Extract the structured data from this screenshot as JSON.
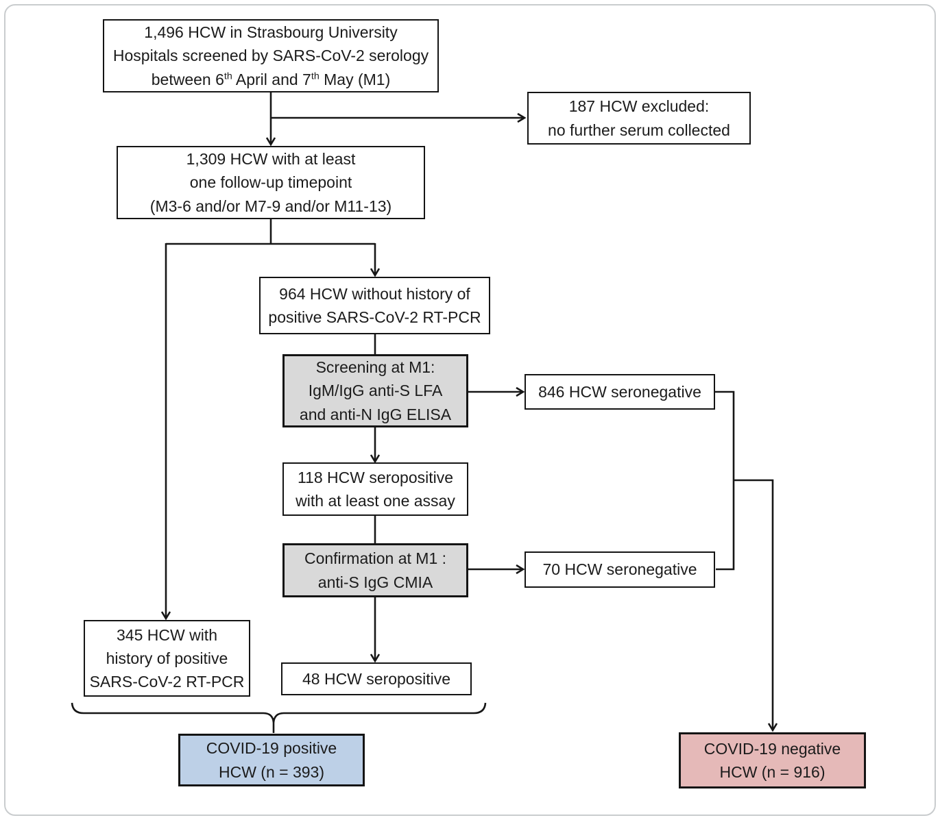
{
  "figure": {
    "type": "study-flow-diagram",
    "colors": {
      "box_border": "#141414",
      "line": "#161616",
      "gray_fill": "#d9d9d9",
      "blue_fill": "#bdd0e7",
      "pink_fill": "#e5b9b8",
      "frame_border": "#c9ccce",
      "background": "#ffffff"
    }
  },
  "nodes": {
    "hcw_1496": {
      "lines": [
        "1,496 HCW in Strasbourg University",
        "Hospitals screened by SARS-CoV-2 serology"
      ],
      "line3": {
        "p1": "between 6",
        "s1": "th",
        "p2": " April and 7",
        "s2": "th",
        "p3": " May (M1)"
      }
    },
    "excluded_187": {
      "lines": [
        "187 HCW excluded:",
        "no further serum collected"
      ]
    },
    "followup_1309": {
      "lines": [
        "1,309 HCW with at least",
        "one follow-up timepoint",
        "(M3-6 and/or M7-9 and/or M11-13)"
      ]
    },
    "no_history_964": {
      "lines": [
        "964 HCW without history of",
        "positive SARS-CoV-2 RT-PCR"
      ]
    },
    "screening_m1": {
      "lines": [
        "Screening at M1:",
        "IgM/IgG anti-S LFA",
        "and anti-N IgG ELISA"
      ]
    },
    "seroneg_846": {
      "lines": [
        "846 HCW seronegative"
      ]
    },
    "seropos_118": {
      "lines": [
        "118 HCW seropositive",
        "with at least one assay"
      ]
    },
    "confirmation_m1": {
      "lines": [
        "Confirmation at M1 :",
        "anti-S IgG CMIA"
      ]
    },
    "seroneg_70": {
      "lines": [
        "70 HCW seronegative"
      ]
    },
    "history_345": {
      "lines": [
        "345 HCW with",
        "history of positive",
        "SARS-CoV-2 RT-PCR"
      ]
    },
    "seropos_48": {
      "lines": [
        "48 HCW seropositive"
      ]
    },
    "covid_positive": {
      "lines": [
        "COVID-19 positive",
        "HCW (n = 393)"
      ]
    },
    "covid_negative": {
      "lines": [
        "COVID-19 negative",
        "HCW (n = 916)"
      ]
    }
  }
}
